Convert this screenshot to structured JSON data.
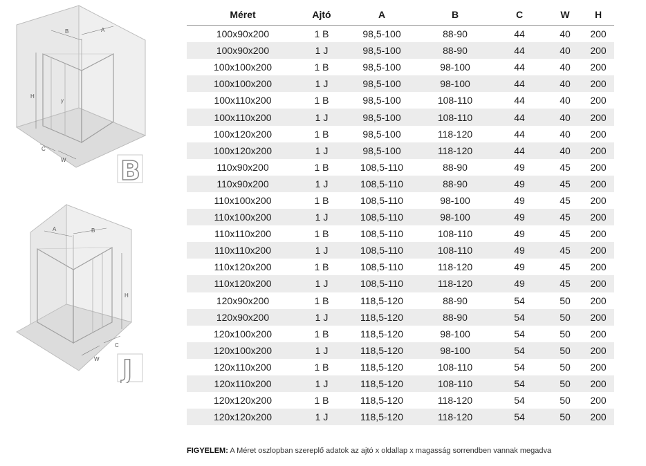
{
  "table": {
    "headers": [
      "Méret",
      "Ajtó",
      "A",
      "B",
      "C",
      "W",
      "H"
    ],
    "rows": [
      [
        "100x90x200",
        "1 B",
        "98,5-100",
        "88-90",
        "44",
        "40",
        "200"
      ],
      [
        "100x90x200",
        "1 J",
        "98,5-100",
        "88-90",
        "44",
        "40",
        "200"
      ],
      [
        "100x100x200",
        "1 B",
        "98,5-100",
        "98-100",
        "44",
        "40",
        "200"
      ],
      [
        "100x100x200",
        "1 J",
        "98,5-100",
        "98-100",
        "44",
        "40",
        "200"
      ],
      [
        "100x110x200",
        "1 B",
        "98,5-100",
        "108-110",
        "44",
        "40",
        "200"
      ],
      [
        "100x110x200",
        "1 J",
        "98,5-100",
        "108-110",
        "44",
        "40",
        "200"
      ],
      [
        "100x120x200",
        "1 B",
        "98,5-100",
        "118-120",
        "44",
        "40",
        "200"
      ],
      [
        "100x120x200",
        "1 J",
        "98,5-100",
        "118-120",
        "44",
        "40",
        "200"
      ],
      [
        "110x90x200",
        "1 B",
        "108,5-110",
        "88-90",
        "49",
        "45",
        "200"
      ],
      [
        "110x90x200",
        "1 J",
        "108,5-110",
        "88-90",
        "49",
        "45",
        "200"
      ],
      [
        "110x100x200",
        "1 B",
        "108,5-110",
        "98-100",
        "49",
        "45",
        "200"
      ],
      [
        "110x100x200",
        "1 J",
        "108,5-110",
        "98-100",
        "49",
        "45",
        "200"
      ],
      [
        "110x110x200",
        "1 B",
        "108,5-110",
        "108-110",
        "49",
        "45",
        "200"
      ],
      [
        "110x110x200",
        "1 J",
        "108,5-110",
        "108-110",
        "49",
        "45",
        "200"
      ],
      [
        "110x120x200",
        "1 B",
        "108,5-110",
        "118-120",
        "49",
        "45",
        "200"
      ],
      [
        "110x120x200",
        "1 J",
        "108,5-110",
        "118-120",
        "49",
        "45",
        "200"
      ],
      [
        "120x90x200",
        "1 B",
        "118,5-120",
        "88-90",
        "54",
        "50",
        "200"
      ],
      [
        "120x90x200",
        "1 J",
        "118,5-120",
        "88-90",
        "54",
        "50",
        "200"
      ],
      [
        "120x100x200",
        "1 B",
        "118,5-120",
        "98-100",
        "54",
        "50",
        "200"
      ],
      [
        "120x100x200",
        "1 J",
        "118,5-120",
        "98-100",
        "54",
        "50",
        "200"
      ],
      [
        "120x110x200",
        "1 B",
        "118,5-120",
        "108-110",
        "54",
        "50",
        "200"
      ],
      [
        "120x110x200",
        "1 J",
        "118,5-120",
        "108-110",
        "54",
        "50",
        "200"
      ],
      [
        "120x120x200",
        "1 B",
        "118,5-120",
        "118-120",
        "54",
        "50",
        "200"
      ],
      [
        "120x120x200",
        "1 J",
        "118,5-120",
        "118-120",
        "54",
        "50",
        "200"
      ]
    ]
  },
  "diagrams": {
    "b": {
      "letter": "B",
      "labels": {
        "a": "A",
        "b": "B",
        "c": "C",
        "w": "W",
        "h": "H",
        "y": "y"
      }
    },
    "j": {
      "letter": "J",
      "labels": {
        "a": "A",
        "b": "B",
        "c": "C",
        "w": "W",
        "h": "H"
      }
    }
  },
  "note": {
    "bold": "FIGYELEM:",
    "text": " A Méret oszlopban szereplő adatok az ajtó x oldallap x magasság sorrendben vannak megadva"
  },
  "colors": {
    "stripe": "#ececec",
    "floor": "#dcdcdc",
    "wall": "#e6e6e6",
    "glass_line": "#9c9c9c"
  }
}
